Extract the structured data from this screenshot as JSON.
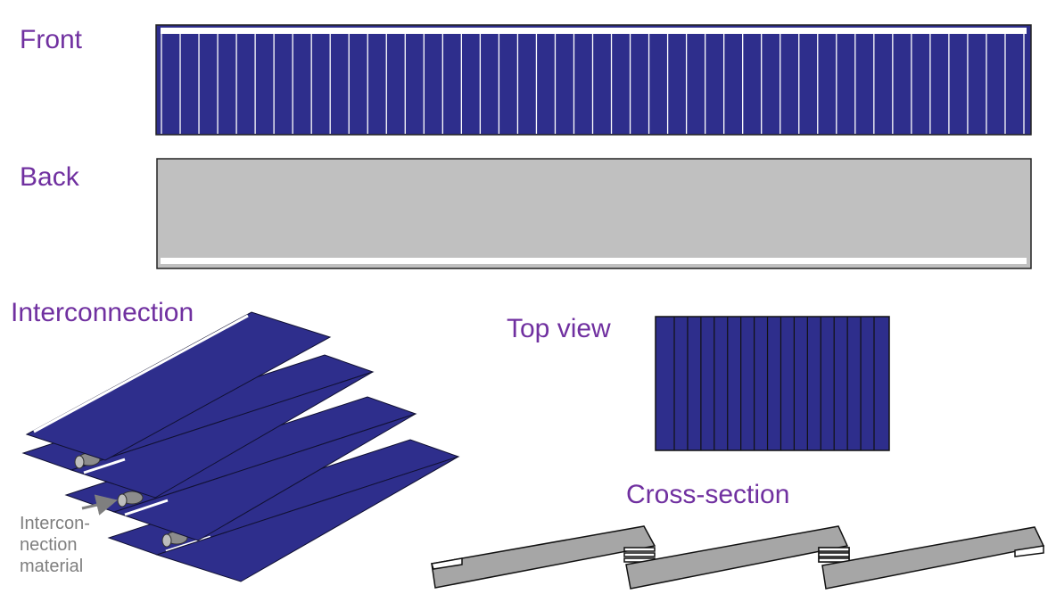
{
  "labels": {
    "front": "Front",
    "back": "Back",
    "interconnection": "Interconnection",
    "top_view": "Top view",
    "cross_section": "Cross-section"
  },
  "annotation": {
    "line1": "Intercon-",
    "line2": "nection",
    "line3": "material"
  },
  "colors": {
    "title_text": "#7030a0",
    "cell_blue": "#2e2e8c",
    "cell_back": "#c0c0c0",
    "cross_section_fill": "#a6a6a6",
    "annotation_text": "#7f7f7f"
  }
}
